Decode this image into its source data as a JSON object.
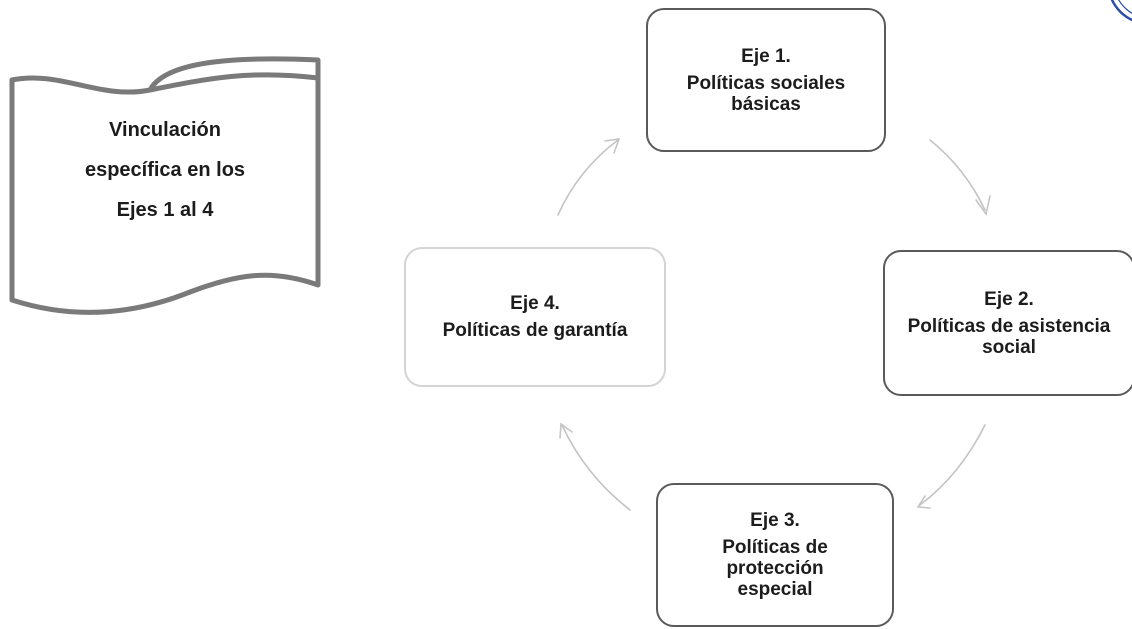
{
  "banner": {
    "lines": [
      "Vinculación",
      "específica en los",
      "Ejes 1 al 4"
    ]
  },
  "nodes": [
    {
      "axis": "Eje 1.",
      "description": "Políticas sociales básicas"
    },
    {
      "axis": "Eje 2.",
      "description": "Políticas de asistencia social"
    },
    {
      "axis": "Eje 3.",
      "description": "Políticas de protección especial"
    },
    {
      "axis": "Eje 4.",
      "description": "Políticas de garantía"
    }
  ],
  "colors": {
    "strong_border": "#5a5a5a",
    "faint_border": "#d4d4d4",
    "arrow": "#c4c4c4",
    "banner_border": "#7a7a7a",
    "seal": "#2b4fa8"
  }
}
